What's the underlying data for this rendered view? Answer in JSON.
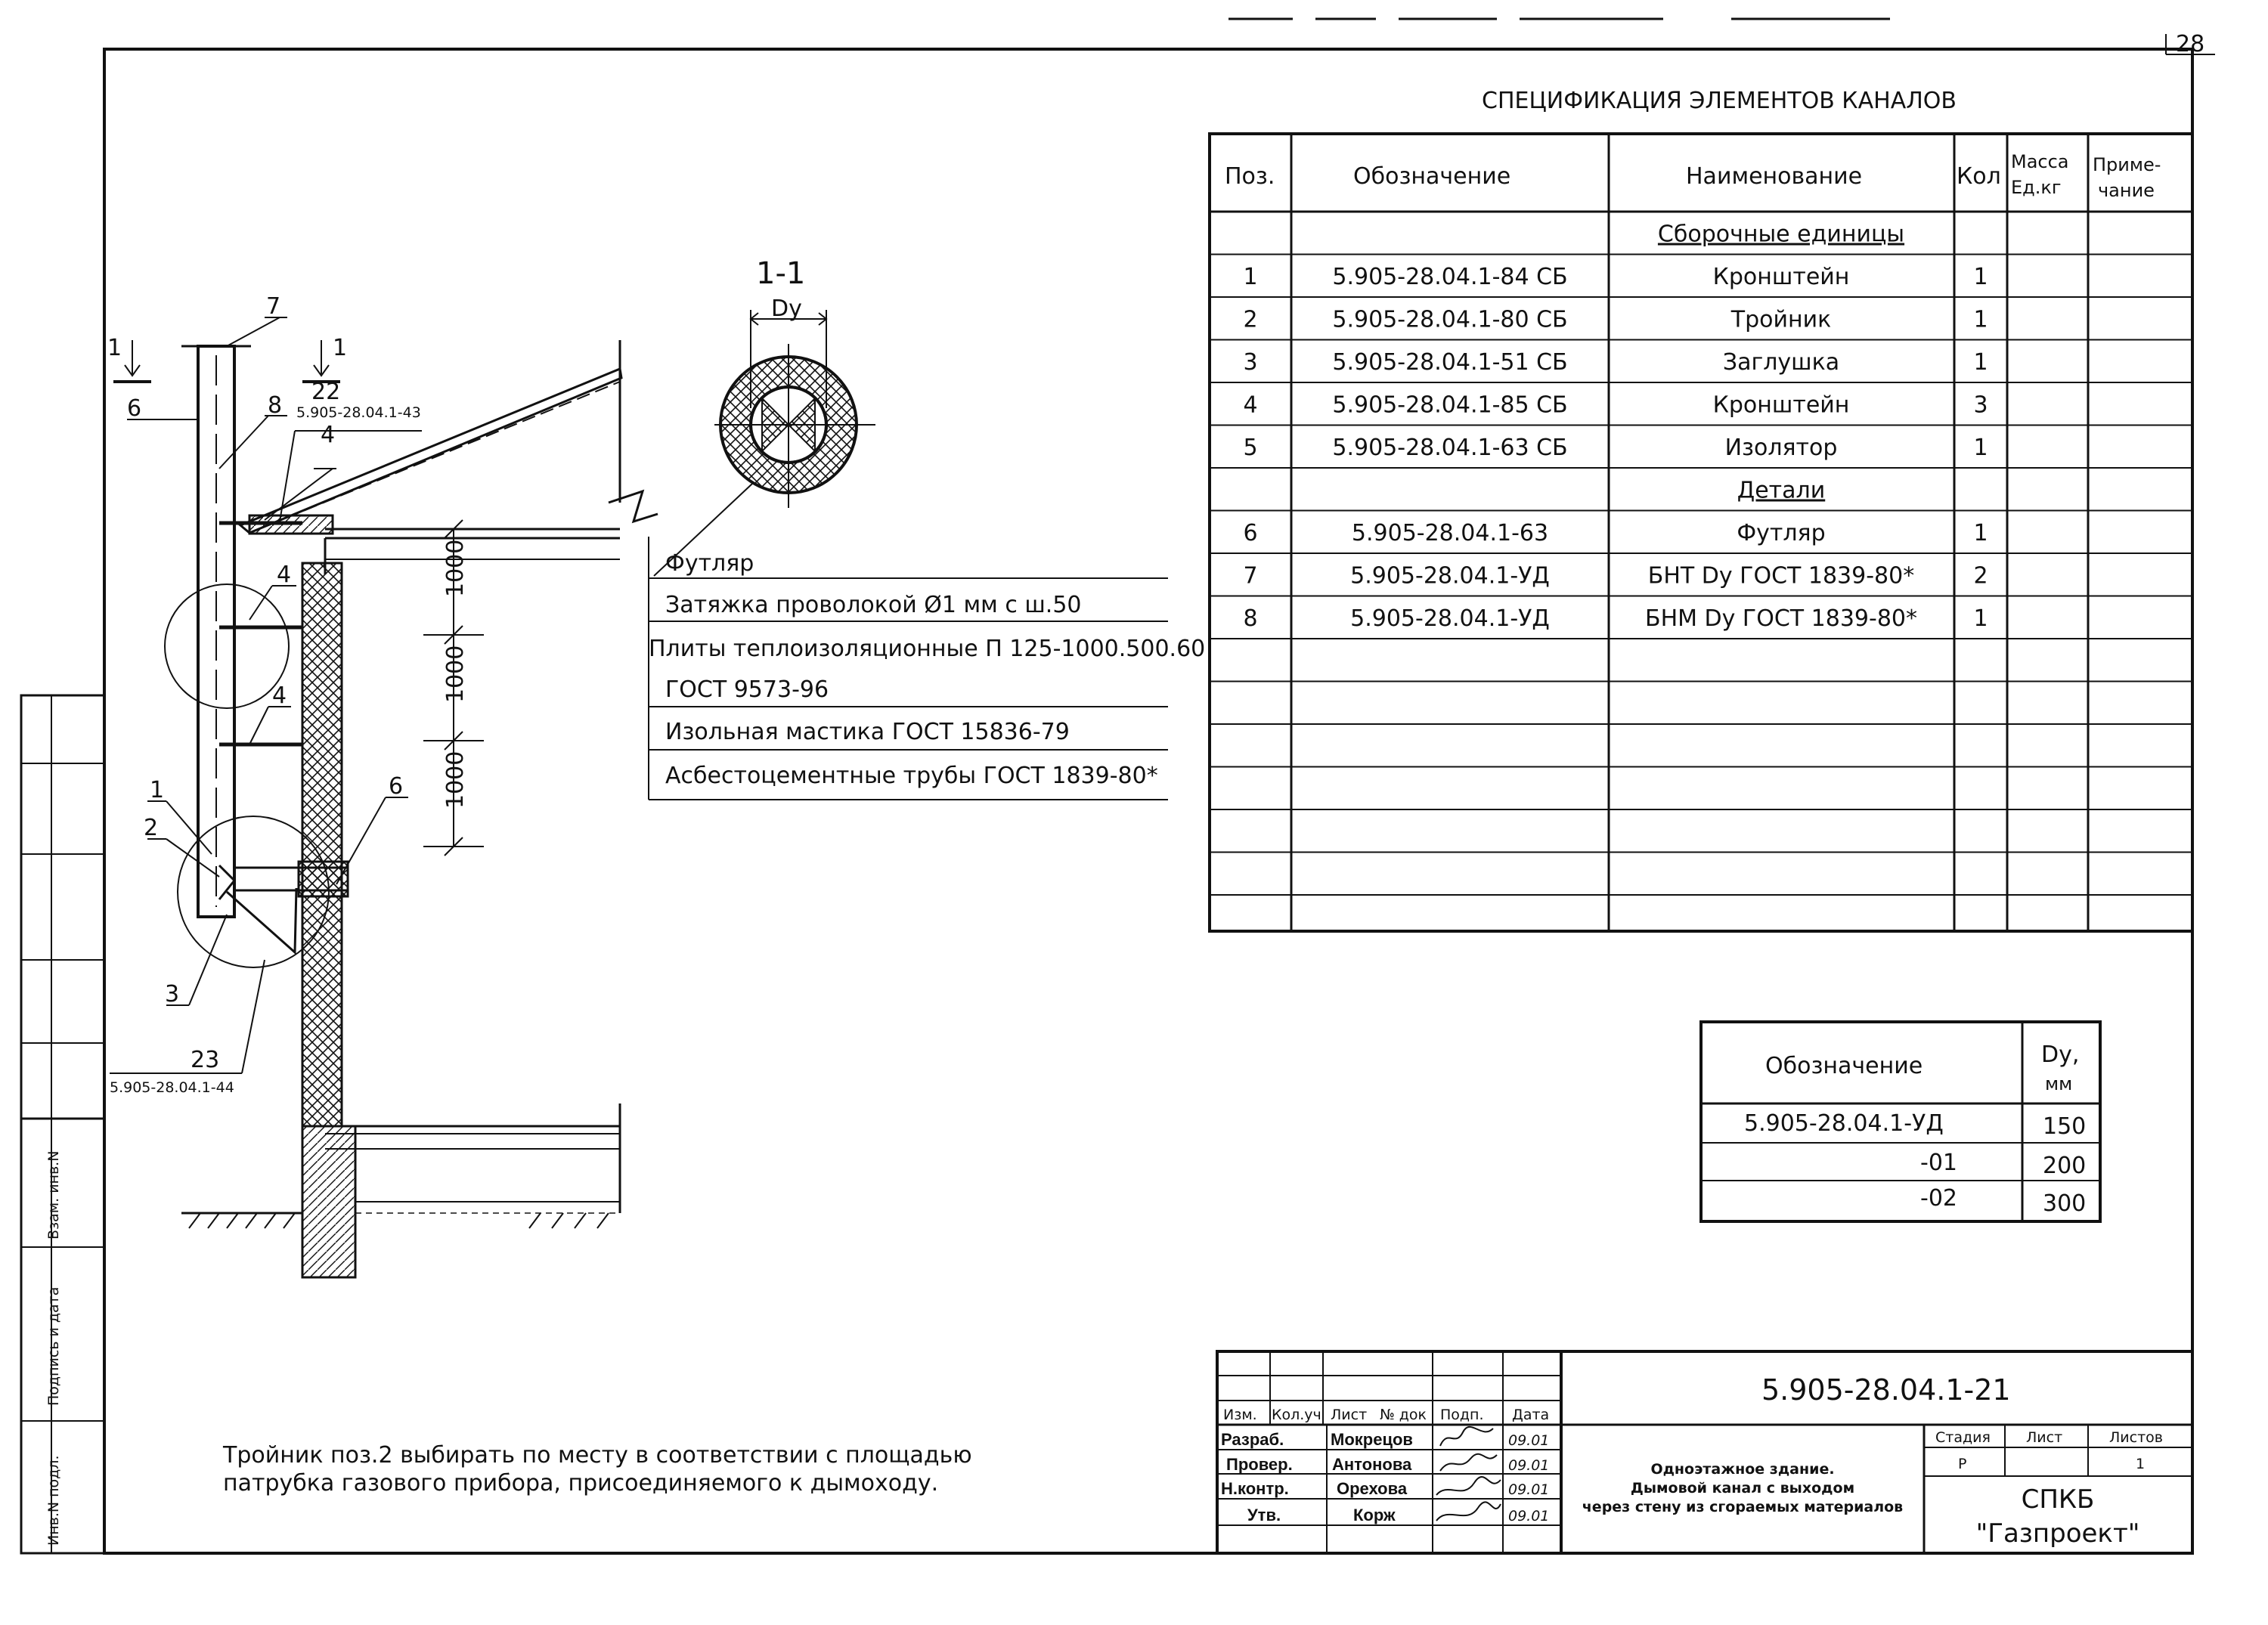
{
  "sheet_number": "28",
  "spec": {
    "title": "СПЕЦИФИКАЦИЯ ЭЛЕМЕНТОВ КАНАЛОВ",
    "headers": {
      "pos": "Поз.",
      "designation": "Обозначение",
      "name": "Наименование",
      "qty": "Кол",
      "mass_1": "Масса",
      "mass_2": "Ед.кг",
      "note_1": "Приме-",
      "note_2": "чание"
    },
    "rows": [
      {
        "pos": "",
        "designation": "",
        "name": "Сборочные единицы",
        "qty": "",
        "section": true
      },
      {
        "pos": "1",
        "designation": "5.905-28.04.1-84 СБ",
        "name": "Кронштейн",
        "qty": "1"
      },
      {
        "pos": "2",
        "designation": "5.905-28.04.1-80 СБ",
        "name": "Тройник",
        "qty": "1"
      },
      {
        "pos": "3",
        "designation": "5.905-28.04.1-51 СБ",
        "name": "Заглушка",
        "qty": "1"
      },
      {
        "pos": "4",
        "designation": "5.905-28.04.1-85 СБ",
        "name": "Кронштейн",
        "qty": "3"
      },
      {
        "pos": "5",
        "designation": "5.905-28.04.1-63 СБ",
        "name": "Изолятор",
        "qty": "1"
      },
      {
        "pos": "",
        "designation": "",
        "name": "Детали",
        "qty": "",
        "section": true
      },
      {
        "pos": "6",
        "designation": "5.905-28.04.1-63",
        "name": "Футляр",
        "qty": "1"
      },
      {
        "pos": "7",
        "designation": "5.905-28.04.1-УД",
        "name": "БНТ Dy ГОСТ 1839-80*",
        "qty": "2"
      },
      {
        "pos": "8",
        "designation": "5.905-28.04.1-УД",
        "name": "БНМ Dy ГОСТ 1839-80*",
        "qty": "1"
      },
      {
        "pos": "",
        "designation": "",
        "name": "",
        "qty": ""
      },
      {
        "pos": "",
        "designation": "",
        "name": "",
        "qty": ""
      },
      {
        "pos": "",
        "designation": "",
        "name": "",
        "qty": ""
      },
      {
        "pos": "",
        "designation": "",
        "name": "",
        "qty": ""
      },
      {
        "pos": "",
        "designation": "",
        "name": "",
        "qty": ""
      },
      {
        "pos": "",
        "designation": "",
        "name": "",
        "qty": ""
      },
      {
        "pos": "",
        "designation": "",
        "name": "",
        "qty": ""
      }
    ]
  },
  "variants": {
    "headers": {
      "designation": "Обозначение",
      "dy_1": "Dy,",
      "dy_2": "мм"
    },
    "rows": [
      {
        "designation": "5.905-28.04.1-УД",
        "dy": "150"
      },
      {
        "designation": "-01",
        "dy": "200"
      },
      {
        "designation": "-02",
        "dy": "300"
      }
    ]
  },
  "section": {
    "label": "1-1",
    "dim": "Dy",
    "callouts": [
      "Футляр",
      "Затяжка проволокой Ø1 мм с ш.50",
      "Плиты теплоизоляционные П 125-1000.500.60",
      "ГОСТ 9573-96",
      "Изольная мастика ГОСТ 15836-79",
      "Асбестоцементные трубы ГОСТ 1839-80*"
    ]
  },
  "elevation": {
    "cut_left": "1",
    "cut_right": "1",
    "ref_22": "22",
    "ref_22_doc": "5.905-28.04.1-43",
    "ref_23": "23",
    "ref_23_doc": "5.905-28.04.1-44",
    "pos_labels": {
      "p1": "1",
      "p2": "2",
      "p3": "3",
      "p4a": "4",
      "p4b": "4",
      "p4c": "4",
      "p6a": "6",
      "p6b": "6",
      "p7": "7",
      "p8": "8"
    },
    "dims": [
      "1000",
      "1000",
      "1000"
    ]
  },
  "note": {
    "line1": "Тройник поз.2 выбирать по месту в соответствии с площадью",
    "line2": "патрубка газового прибора, присоединяемого к дымоходу."
  },
  "left_strip": {
    "inv_orig": "Инв.N подл.",
    "sign_date": "Подпись и дата",
    "replace_inv": "Взам. инв.N"
  },
  "title_block": {
    "code": "5.905-28.04.1-21",
    "headers": {
      "izm": "Изм.",
      "kol": "Кол.уч",
      "list": "Лист",
      "doc": "№ док",
      "sign": "Подп.",
      "date": "Дата"
    },
    "roles": [
      {
        "role": "Разраб.",
        "name": "Мокрецов",
        "date": "09.01"
      },
      {
        "role": "Провер.",
        "name": "Антонова",
        "date": "09.01"
      },
      {
        "role": "Н.контр.",
        "name": "Орехова",
        "date": "09.01"
      },
      {
        "role": "Утв.",
        "name": "Корж",
        "date": "09.01"
      }
    ],
    "description": [
      "Одноэтажное здание.",
      "Дымовой канал с выходом",
      "через стену из сгораемых материалов"
    ],
    "stage_label": "Стадия",
    "sheet_label": "Лист",
    "sheets_label": "Листов",
    "stage": "Р",
    "sheets": "1",
    "org_1": "СПКБ",
    "org_2": "\"Газпроект\""
  }
}
